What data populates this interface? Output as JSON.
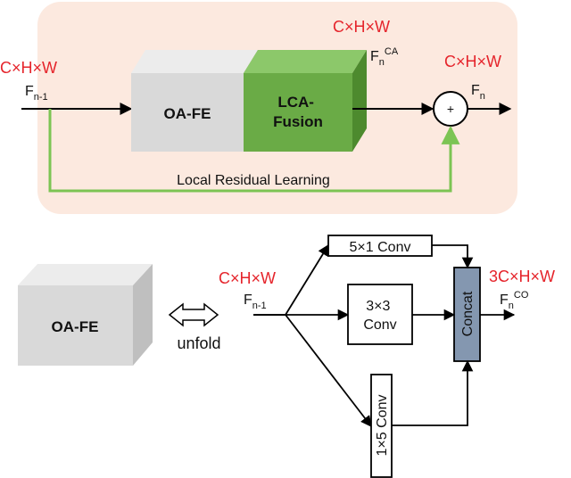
{
  "top": {
    "dim_input": "C×H×W",
    "dim_ca": "C×H×W",
    "dim_output": "C×H×W",
    "f_in_base": "F",
    "f_in_sub": "n-1",
    "f_ca_base": "F",
    "f_ca_sub": "n",
    "f_ca_sup": "CA",
    "f_out_base": "F",
    "f_out_sub": "n",
    "block_oafe": "OA-FE",
    "block_lca_line1": "LCA-",
    "block_lca_line2": "Fusion",
    "plus_symbol": "+",
    "residual_label": "Local Residual Learning"
  },
  "bottom": {
    "block_oafe": "OA-FE",
    "unfold_label": "unfold",
    "dim_input": "C×H×W",
    "dim_output": "3C×H×W",
    "f_in_base": "F",
    "f_in_sub": "n-1",
    "f_out_base": "F",
    "f_out_sub": "n",
    "f_out_sup": "CO",
    "conv_5x1": "5×1 Conv",
    "conv_3x3_line1": "3×3",
    "conv_3x3_line2": "Conv",
    "conv_1x5": "1×5 Conv",
    "concat": "Concat"
  },
  "colors": {
    "panel_bg": "#fce9df",
    "red_text": "#e5242b",
    "green_arrow": "#7cc453",
    "lca_front": "#6aab46",
    "concat_fill": "#8497b0",
    "gray_box": "#d9d9d9"
  }
}
